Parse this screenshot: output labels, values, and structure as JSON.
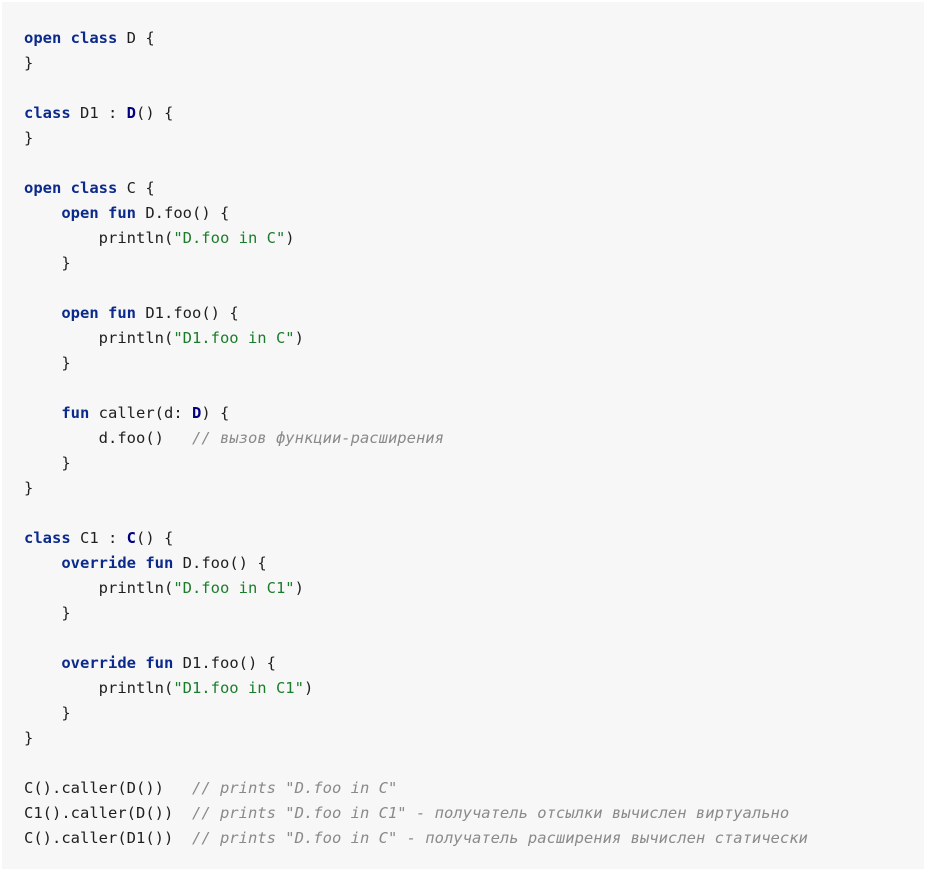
{
  "code": {
    "language": "kotlin",
    "lines": [
      [
        {
          "t": "open",
          "c": "kw"
        },
        {
          "t": " "
        },
        {
          "t": "class",
          "c": "kw"
        },
        {
          "t": " D {"
        }
      ],
      [
        {
          "t": "}"
        }
      ],
      [],
      [
        {
          "t": "class",
          "c": "kw"
        },
        {
          "t": " D1 : "
        },
        {
          "t": "D",
          "c": "type-bold"
        },
        {
          "t": "() {"
        }
      ],
      [
        {
          "t": "}"
        }
      ],
      [],
      [
        {
          "t": "open",
          "c": "kw"
        },
        {
          "t": " "
        },
        {
          "t": "class",
          "c": "kw"
        },
        {
          "t": " C {"
        }
      ],
      [
        {
          "t": "    "
        },
        {
          "t": "open",
          "c": "kw"
        },
        {
          "t": " "
        },
        {
          "t": "fun",
          "c": "kw"
        },
        {
          "t": " D.foo() {"
        }
      ],
      [
        {
          "t": "        println("
        },
        {
          "t": "\"D.foo in C\"",
          "c": "str"
        },
        {
          "t": ")"
        }
      ],
      [
        {
          "t": "    }"
        }
      ],
      [],
      [
        {
          "t": "    "
        },
        {
          "t": "open",
          "c": "kw"
        },
        {
          "t": " "
        },
        {
          "t": "fun",
          "c": "kw"
        },
        {
          "t": " D1.foo() {"
        }
      ],
      [
        {
          "t": "        println("
        },
        {
          "t": "\"D1.foo in C\"",
          "c": "str"
        },
        {
          "t": ")"
        }
      ],
      [
        {
          "t": "    }"
        }
      ],
      [],
      [
        {
          "t": "    "
        },
        {
          "t": "fun",
          "c": "kw"
        },
        {
          "t": " caller(d: "
        },
        {
          "t": "D",
          "c": "type-bold"
        },
        {
          "t": ") {"
        }
      ],
      [
        {
          "t": "        d.foo()   "
        },
        {
          "t": "// вызов функции-расширения",
          "c": "cm"
        }
      ],
      [
        {
          "t": "    }"
        }
      ],
      [
        {
          "t": "}"
        }
      ],
      [],
      [
        {
          "t": "class",
          "c": "kw"
        },
        {
          "t": " C1 : "
        },
        {
          "t": "C",
          "c": "type-bold"
        },
        {
          "t": "() {"
        }
      ],
      [
        {
          "t": "    "
        },
        {
          "t": "override",
          "c": "kw"
        },
        {
          "t": " "
        },
        {
          "t": "fun",
          "c": "kw"
        },
        {
          "t": " D.foo() {"
        }
      ],
      [
        {
          "t": "        println("
        },
        {
          "t": "\"D.foo in C1\"",
          "c": "str"
        },
        {
          "t": ")"
        }
      ],
      [
        {
          "t": "    }"
        }
      ],
      [],
      [
        {
          "t": "    "
        },
        {
          "t": "override",
          "c": "kw"
        },
        {
          "t": " "
        },
        {
          "t": "fun",
          "c": "kw"
        },
        {
          "t": " D1.foo() {"
        }
      ],
      [
        {
          "t": "        println("
        },
        {
          "t": "\"D1.foo in C1\"",
          "c": "str"
        },
        {
          "t": ")"
        }
      ],
      [
        {
          "t": "    }"
        }
      ],
      [
        {
          "t": "}"
        }
      ],
      [],
      [
        {
          "t": "C().caller(D())   "
        },
        {
          "t": "// prints \"D.foo in C\"",
          "c": "cm"
        }
      ],
      [
        {
          "t": "C1().caller(D())  "
        },
        {
          "t": "// prints \"D.foo in C1\" - получатель отсылки вычислен виртуально",
          "c": "cm"
        }
      ],
      [
        {
          "t": "C().caller(D1())  "
        },
        {
          "t": "// prints \"D.foo in C\" - получатель расширения вычислен статически",
          "c": "cm"
        }
      ]
    ]
  },
  "colors": {
    "background": "#f7f7f7",
    "keyword": "#0b2a8c",
    "string": "#1b7d2b",
    "comment": "#8a8a8a"
  }
}
